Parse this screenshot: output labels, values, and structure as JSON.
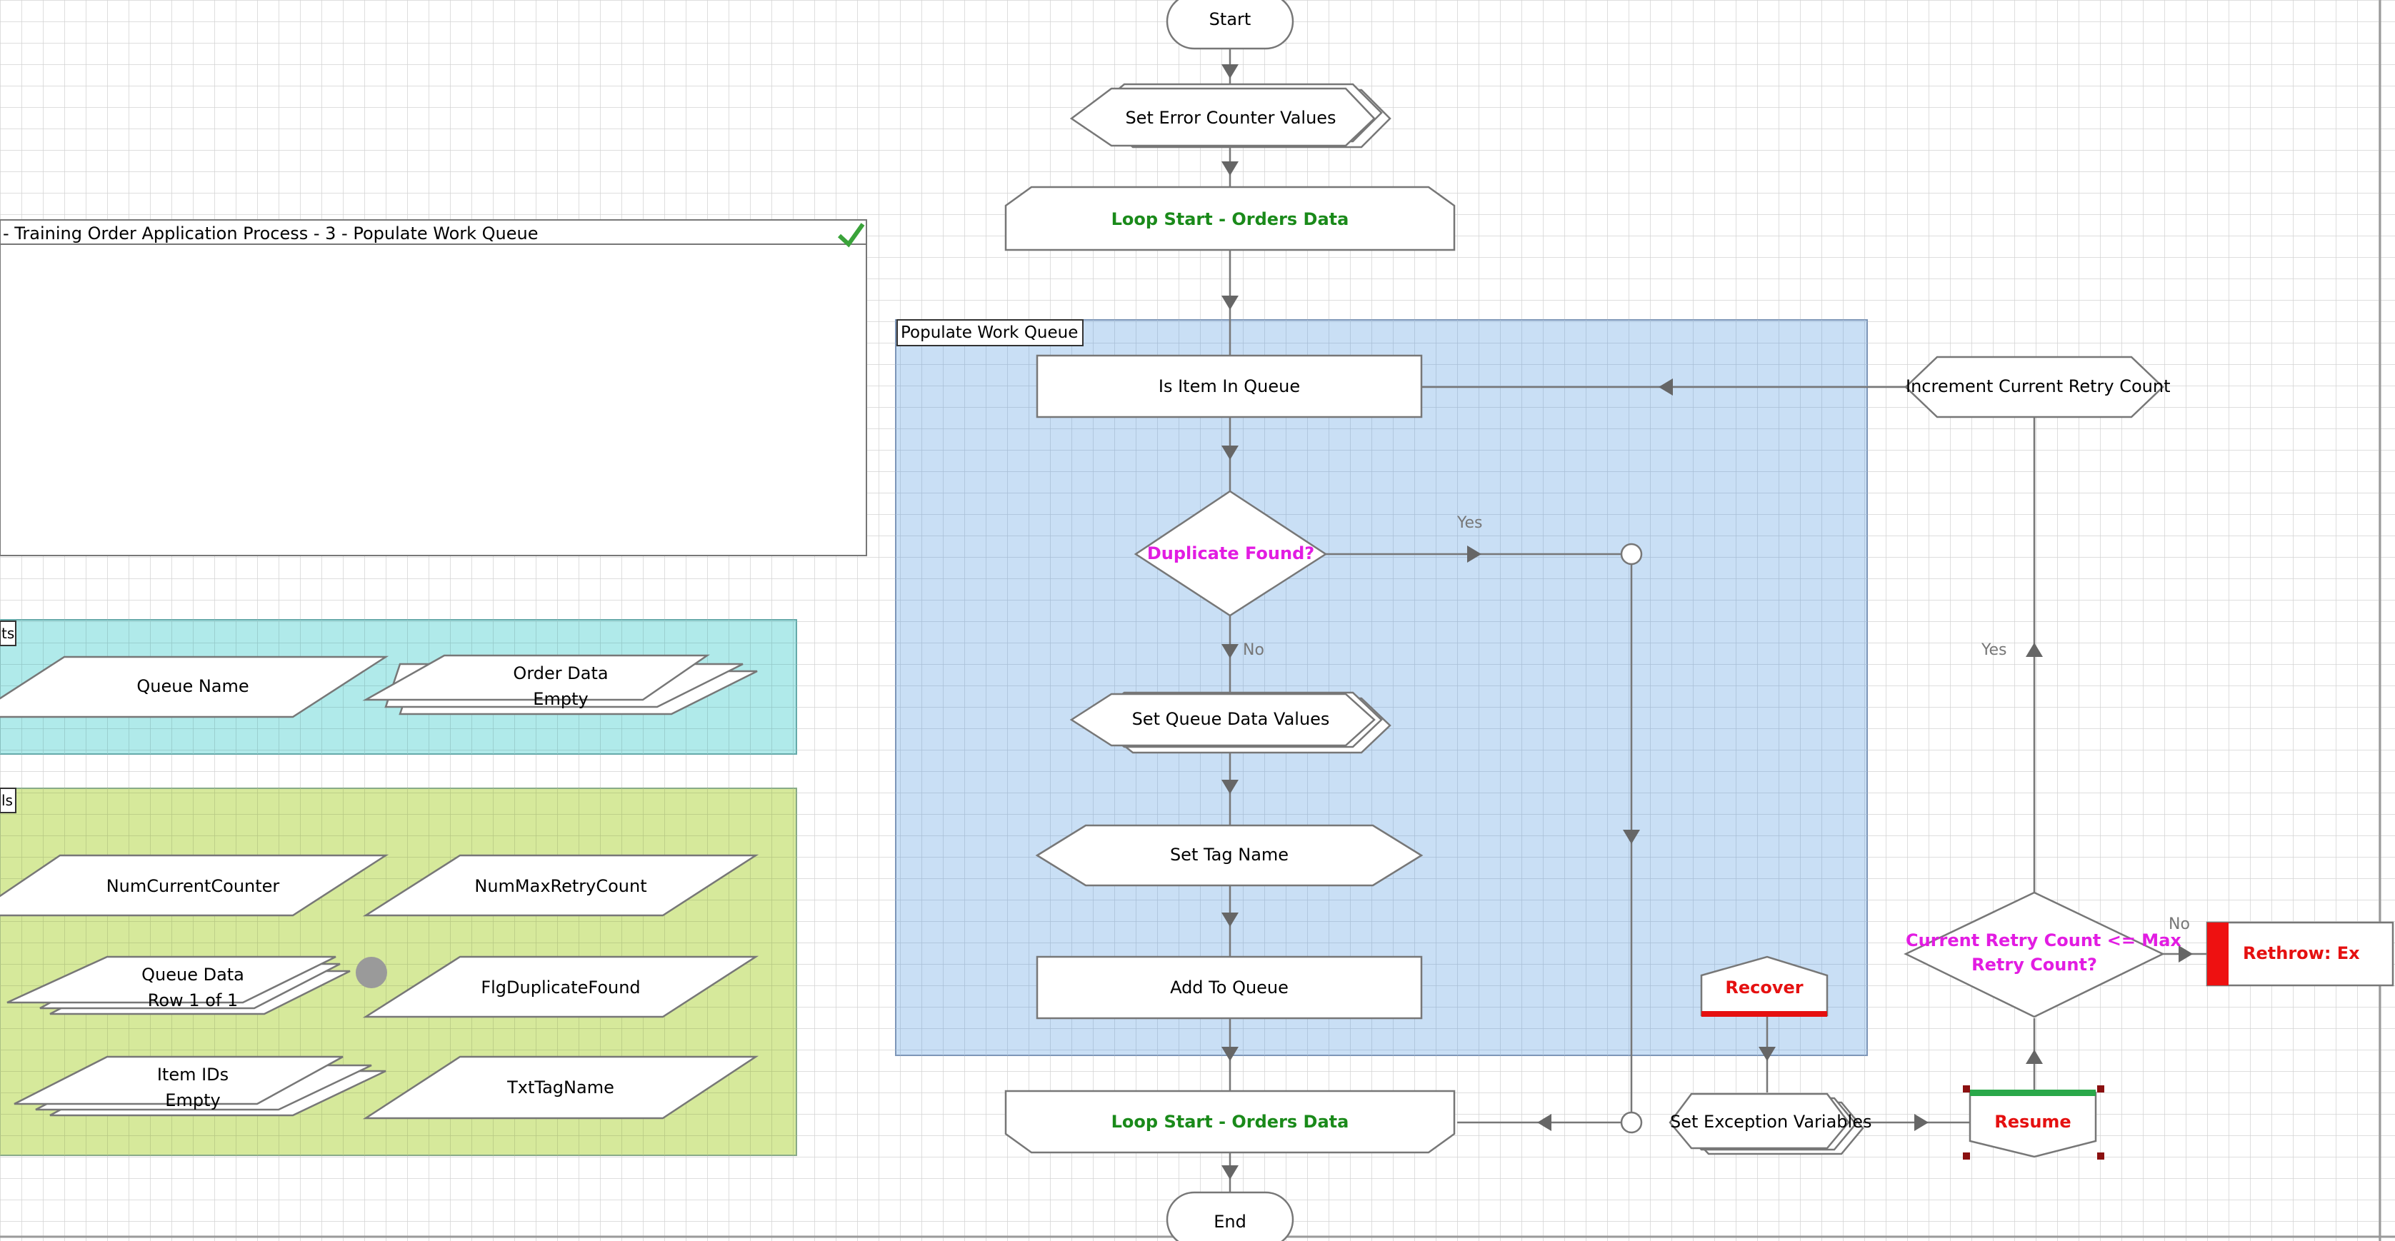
{
  "diagram_title": "- Training Order Application Process - 3 - Populate Work Queue",
  "block_populate": "Populate Work Queue",
  "block_inputs_label": "ts",
  "block_locals_label": "ls",
  "nodes": {
    "start": "Start",
    "end": "End",
    "set_error_counter": "Set Error Counter Values",
    "loop_start_top": "Loop Start - Orders Data",
    "loop_start_bottom": "Loop Start - Orders Data",
    "is_item_in_queue": "Is Item In Queue",
    "duplicate_found": "Duplicate Found?",
    "set_queue_data": "Set Queue Data Values",
    "set_tag_name": "Set Tag Name",
    "add_to_queue": "Add To Queue",
    "increment_retry": "Increment Current Retry Count",
    "retry_decision_line1": "Current Retry Count <= Max",
    "retry_decision_line2": "Retry Count?",
    "rethrow": "Rethrow: Ex",
    "recover": "Recover",
    "resume": "Resume",
    "set_exception_vars": "Set Exception Variables"
  },
  "data_items": {
    "queue_name": "Queue Name",
    "order_data": "Order Data",
    "order_data_sub": "Empty",
    "num_current_counter": "NumCurrentCounter",
    "num_max_retry": "NumMaxRetryCount",
    "queue_data": "Queue Data",
    "queue_data_sub": "Row 1 of 1",
    "flg_duplicate": "FlgDuplicateFound",
    "item_ids": "Item IDs",
    "item_ids_sub": "Empty",
    "txt_tag_name": "TxtTagName"
  },
  "edge_labels": {
    "dup_yes": "Yes",
    "dup_no": "No",
    "retry_yes": "Yes",
    "retry_no": "No"
  },
  "colors": {
    "populate_block": "#c9dff5",
    "inputs_block": "#b0eaea",
    "locals_block": "#d6e99b",
    "action_green": "#1a8a1a",
    "decision_magenta": "#e21ce2",
    "error_red": "#e51010",
    "grid": "#d6d6d6"
  }
}
